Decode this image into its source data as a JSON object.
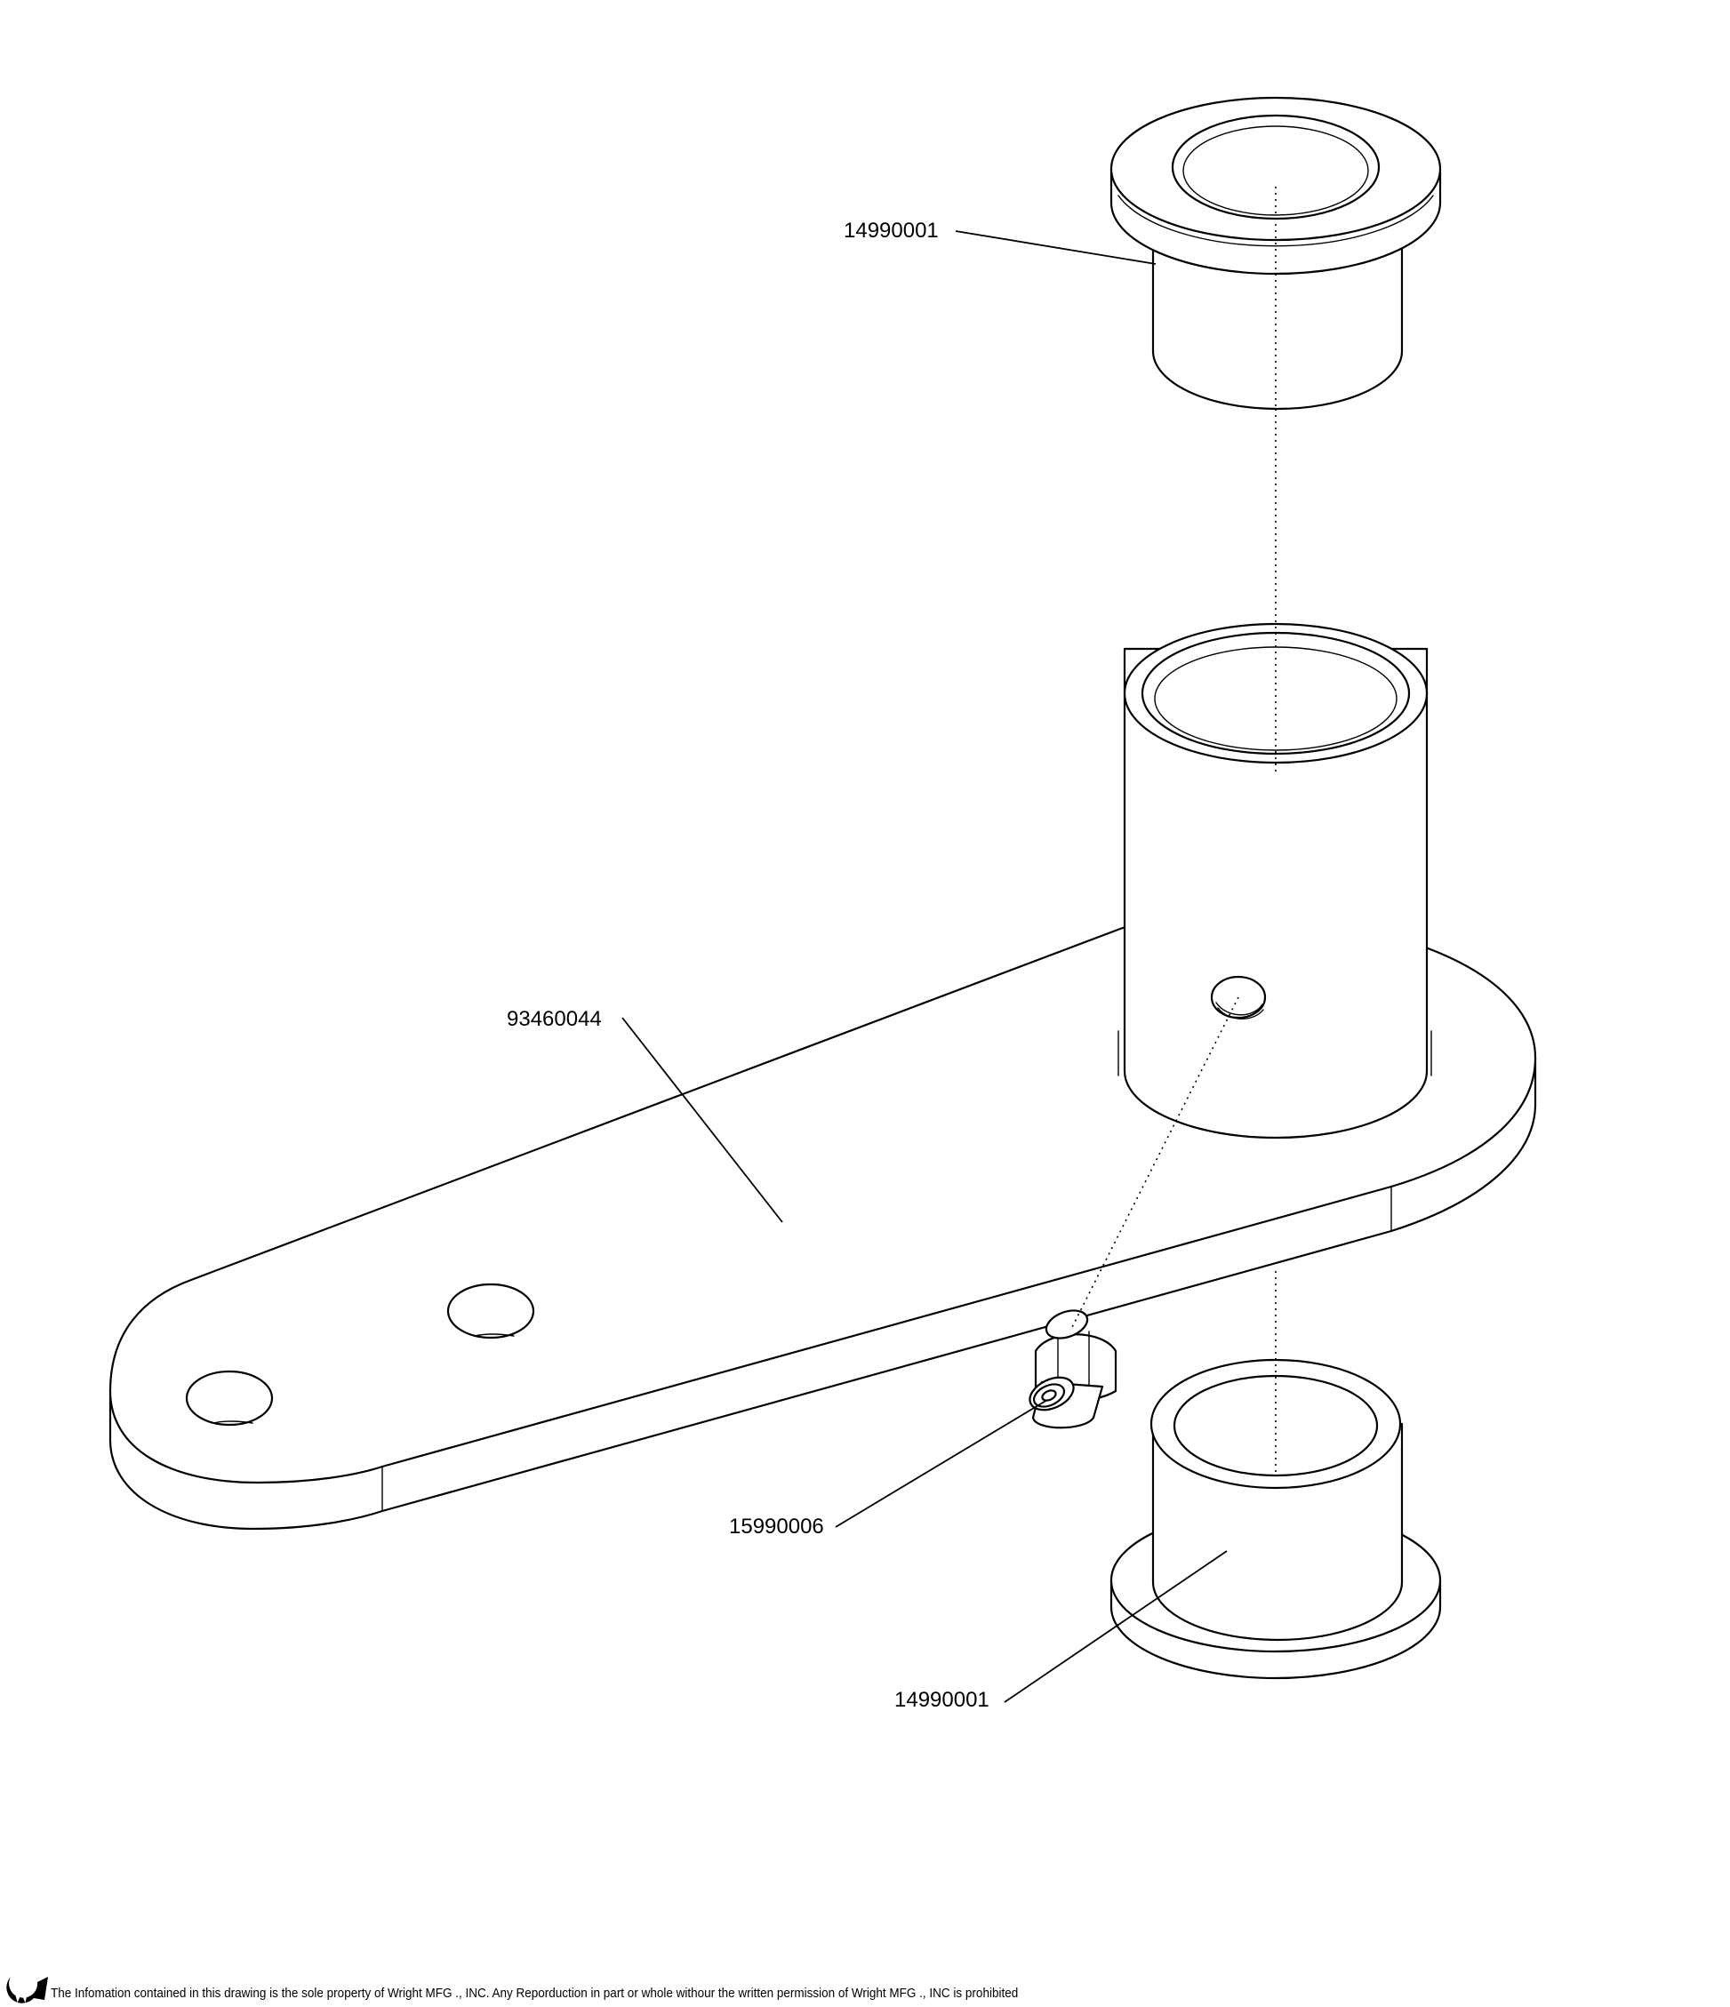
{
  "callouts": {
    "bushing_top": "14990001",
    "arm": "93460044",
    "grease_fitting": "15990006",
    "bushing_bottom": "14990001"
  },
  "footer": {
    "logo_icon": "wright-logo-icon",
    "notice": "The Infomation contained in this drawing is the sole property of Wright MFG ., INC. Any Reporduction in part or whole withour the written permission of Wright MFG ., INC is prohibited"
  }
}
